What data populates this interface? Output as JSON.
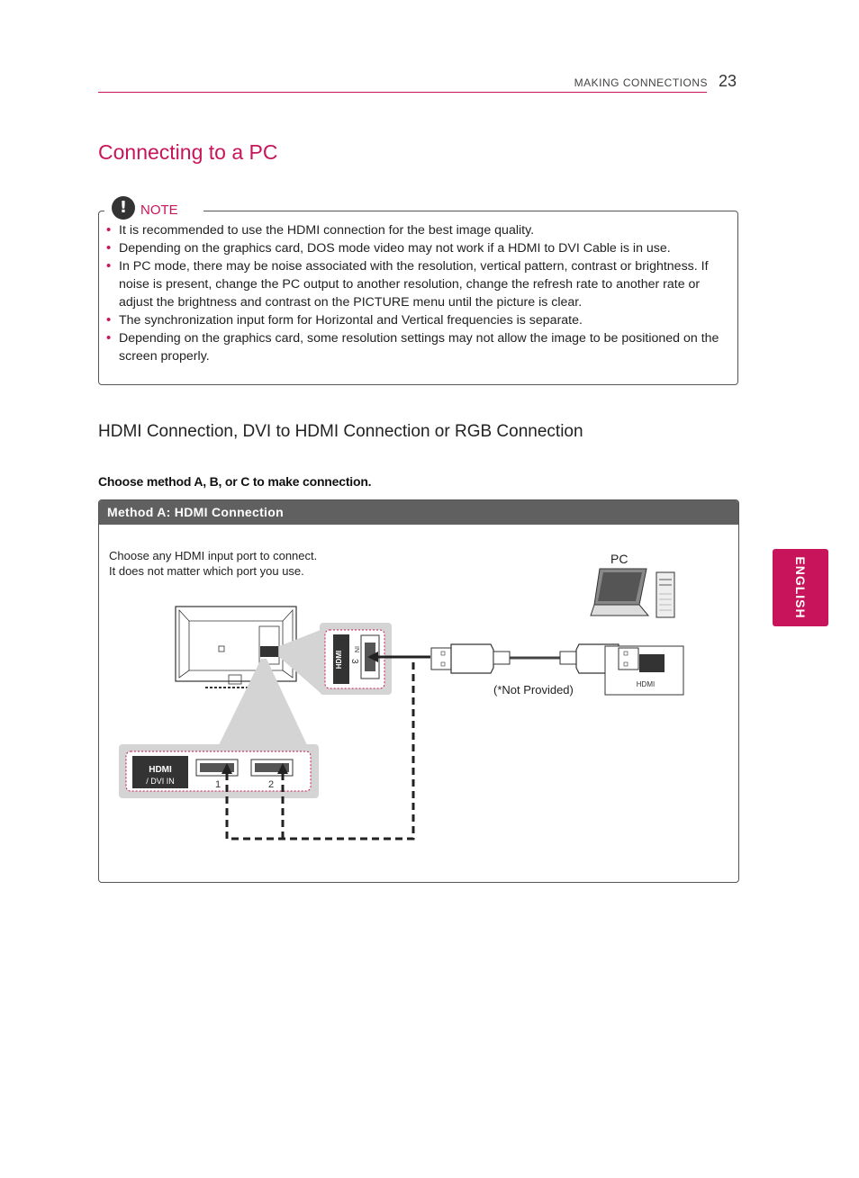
{
  "header": {
    "section": "MAKING CONNECTIONS",
    "page_number": "23"
  },
  "title": "Connecting to a PC",
  "note": {
    "label": "NOTE",
    "icon": "exclamation-icon",
    "items": [
      "It is recommended to use the HDMI connection for the best image quality.",
      "Depending on the graphics card, DOS mode video may not work if a HDMI to DVI Cable is in use.",
      "In PC mode, there may be noise associated with the resolution, vertical pattern, contrast or brightness. If noise is present, change the PC output to another resolution, change the refresh rate to another rate or adjust the brightness and contrast on the PICTURE menu until the picture is clear.",
      "The synchronization input form for Horizontal and Vertical frequencies is separate.",
      "Depending on the graphics card, some resolution settings may not allow the image to be positioned on the screen properly."
    ]
  },
  "sub_heading": "HDMI Connection, DVI to HDMI Connection or RGB Connection",
  "instruction": "Choose method A, B, or C to make connection.",
  "method_a": {
    "title": "Method A: HDMI Connection",
    "line1": "Choose any HDMI input port to connect.",
    "line2": "It does not matter which port you use.",
    "pc_label": "PC",
    "not_provided": "(*Not Provided)",
    "pc_port_label": "HDMI",
    "dvi_in_label": "/ DVI IN",
    "hdmi_logo": "HDMI",
    "port_1": "1",
    "port_2": "2",
    "port_3": "3",
    "side_in_label": "IN"
  },
  "side_tab": "ENGLISH",
  "colors": {
    "accent": "#c8145a",
    "bar": "#606060"
  }
}
